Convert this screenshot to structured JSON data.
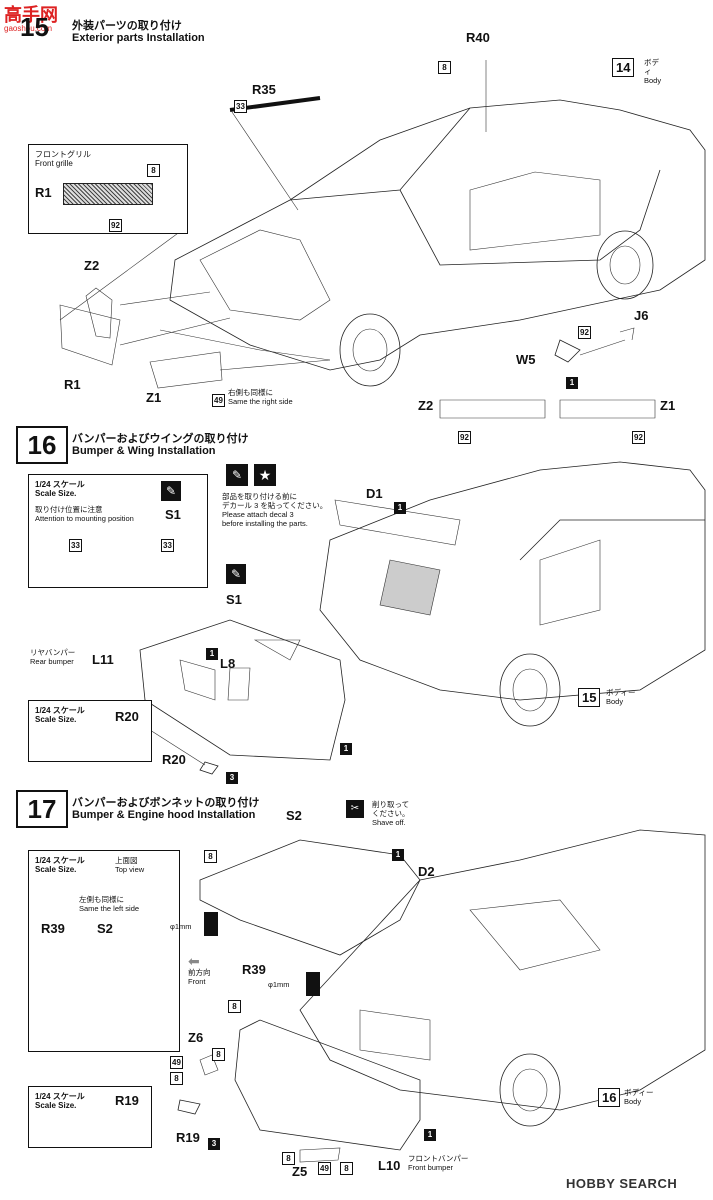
{
  "watermark": {
    "top_site": "高手网",
    "top_url": "gaoshou.com",
    "bottom_logo": "HOBBY SEARCH"
  },
  "step15": {
    "number": "15",
    "title_jp": "外装パーツの取り付け",
    "title_en": "Exterior parts Installation",
    "front_grille_jp": "フロントグリル",
    "front_grille_en": "Front grille",
    "same_right_jp": "右側も同様に",
    "same_right_en": "Same the right side",
    "body_jp": "ボディ",
    "body_en": "Body",
    "body_num": "14",
    "parts": [
      "R40",
      "R35",
      "R1",
      "R1",
      "Z2",
      "Z1",
      "W5",
      "J6",
      "Z2",
      "Z1"
    ],
    "colors": [
      "8",
      "33",
      "8",
      "92",
      "49",
      "92",
      "1",
      "92",
      "92"
    ]
  },
  "step16": {
    "number": "16",
    "title_jp": "バンパーおよびウイングの取り付け",
    "title_en": "Bumper & Wing Installation",
    "scale_jp": "1/24 スケール",
    "scale_en": "Scale Size.",
    "attention_jp": "取り付け位置に注意",
    "attention_en": "Attention to mounting position",
    "decal_jp1": "部品を取り付ける前に",
    "decal_jp2": "デカール 3 を貼ってください。",
    "decal_en1": "Please attach decal 3",
    "decal_en2": "before installing the parts.",
    "rear_bumper_jp": "リヤバンパー",
    "rear_bumper_en": "Rear bumper",
    "body_jp": "ボディー",
    "body_en": "Body",
    "body_num": "15",
    "parts": [
      "S1",
      "S1",
      "D1",
      "L11",
      "L8",
      "R20",
      "R20"
    ],
    "colors": [
      "33",
      "33",
      "1",
      "1",
      "1",
      "3"
    ]
  },
  "step17": {
    "number": "17",
    "title_jp": "バンパーおよびボンネットの取り付け",
    "title_en": "Bumper & Engine hood Installation",
    "shave_jp1": "削り取って",
    "shave_jp2": "ください。",
    "shave_en": "Shave off.",
    "scale_jp": "1/24 スケール",
    "scale_en": "Scale Size.",
    "top_view_jp": "上面図",
    "top_view_en": "Top view",
    "same_left_jp": "左側も同様に",
    "same_left_en": "Same the left side",
    "front_dir_jp": "前方向",
    "front_dir_en": "Front",
    "drill": "φ1mm",
    "drill2": "φ1mm",
    "front_bumper_jp": "フロントバンパー",
    "front_bumper_en": "Front bumper",
    "body_jp": "ボディー",
    "body_en": "Body",
    "body_num": "16",
    "scale2_jp": "1/24 スケール",
    "scale2_en": "Scale Size.",
    "parts": [
      "S2",
      "D2",
      "R39",
      "S2",
      "R39",
      "Z6",
      "R19",
      "R19",
      "Z5",
      "L10"
    ],
    "colors": [
      "8",
      "1",
      "8",
      "8",
      "49",
      "8",
      "3",
      "1",
      "8",
      "49",
      "8"
    ]
  }
}
